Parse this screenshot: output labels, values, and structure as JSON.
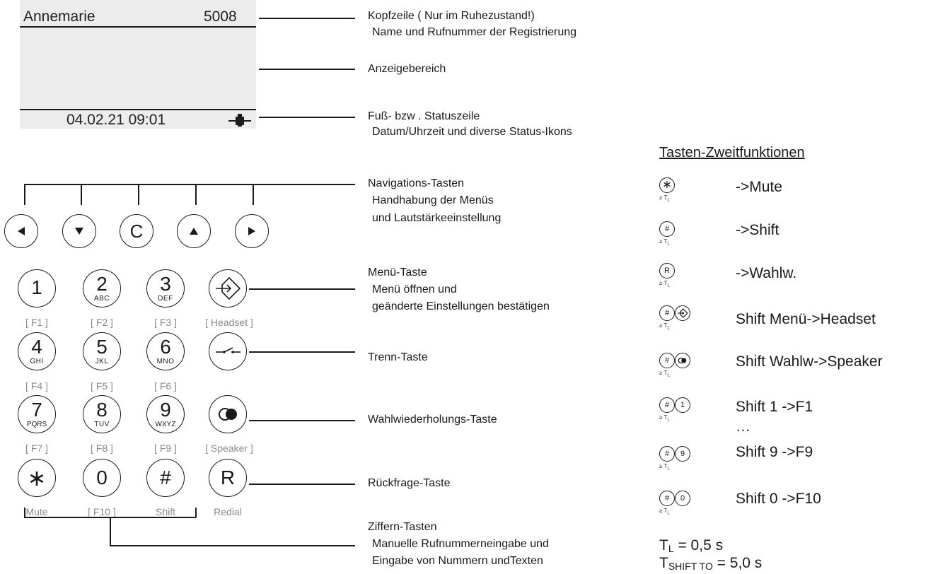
{
  "display": {
    "name": "Annemarie",
    "number": "5008",
    "datetime": "04.02.21 09:01"
  },
  "descriptions": {
    "kopfzeile_title": "Kopfzeile ( Nur im Ruhezustand!)",
    "kopfzeile_sub": "Name und Rufnummer der Registrierung",
    "anzeige": "Anzeigebereich",
    "fuss_title": "Fuß- bzw . Statuszeile",
    "fuss_sub": "Datum/Uhrzeit und diverse Status-Ikons",
    "nav_title": "Navigations-Tasten",
    "nav_sub1": "Handhabung der Menüs",
    "nav_sub2": "und Lautstärkeeinstellung",
    "menu_title": "Menü-Taste",
    "menu_sub1": "Menü öffnen und",
    "menu_sub2": "geänderte Einstellungen bestätigen",
    "trenn": "Trenn-Taste",
    "wahlw": "Wahlwiederholungs-Taste",
    "rueck": "Rückfrage-Taste",
    "ziffern_title": "Ziffern-Tasten",
    "ziffern_sub1": "Manuelle Rufnummerneingabe und",
    "ziffern_sub2": "Eingabe von Nummern undTexten"
  },
  "nav_keys": [
    {
      "symbol": "◀",
      "name": "left"
    },
    {
      "symbol": "▼",
      "name": "down"
    },
    {
      "symbol": "C",
      "name": "clear"
    },
    {
      "symbol": "▲",
      "name": "up"
    },
    {
      "symbol": "▶",
      "name": "right"
    }
  ],
  "keypad": {
    "row1": [
      {
        "digit": "1",
        "letters": "",
        "sub": "[ F1 ]"
      },
      {
        "digit": "2",
        "letters": "ABC",
        "sub": "[ F2 ]"
      },
      {
        "digit": "3",
        "letters": "DEF",
        "sub": "[ F3 ]"
      }
    ],
    "row2": [
      {
        "digit": "4",
        "letters": "GHI",
        "sub": "[ F4 ]"
      },
      {
        "digit": "5",
        "letters": "JKL",
        "sub": "[ F5 ]"
      },
      {
        "digit": "6",
        "letters": "MNO",
        "sub": "[ F6 ]"
      }
    ],
    "row3": [
      {
        "digit": "7",
        "letters": "PQRS",
        "sub": "[ F7 ]"
      },
      {
        "digit": "8",
        "letters": "TUV",
        "sub": "[ F8 ]"
      },
      {
        "digit": "9",
        "letters": "WXYZ",
        "sub": "[ F9 ]"
      }
    ],
    "row4": [
      {
        "digit": "∗",
        "sub": "Mute"
      },
      {
        "digit": "0",
        "sub": "[ F10 ]"
      },
      {
        "digit": "#",
        "sub": "Shift"
      }
    ],
    "headset_label": "[ Headset ]",
    "speaker_label": "[ Speaker ]",
    "r_digit": "R",
    "redial_label": "Redial"
  },
  "second_functions": {
    "title": "Tasten-Zweitfunktionen",
    "tl_label": "≥ T",
    "tl_sub": "L",
    "items": [
      {
        "key1": "∗",
        "key2": "",
        "text": "->Mute"
      },
      {
        "key1": "#",
        "key2": "",
        "text": "->Shift"
      },
      {
        "key1": "R",
        "key2": "",
        "text": "->Wahlw."
      },
      {
        "key1": "#",
        "key2": "menu",
        "text": "Shift Menü->Headset"
      },
      {
        "key1": "#",
        "key2": "redial",
        "text": "Shift Wahlw->Speaker"
      },
      {
        "key1": "#",
        "key2": "1",
        "text": "Shift 1 ->F1"
      },
      {
        "key1": "#",
        "key2": "9",
        "text": "Shift 9 ->F9"
      },
      {
        "key1": "#",
        "key2": "0",
        "text": "Shift 0 ->F10"
      }
    ],
    "ellipsis": "…",
    "tl_def_t": "T",
    "tl_def_sub": "L",
    "tl_def_val": " = 0,5 s",
    "tshift_t": "T",
    "tshift_sub": "SHIFT TO",
    "tshift_val": " = 5,0 s"
  },
  "colors": {
    "display_bg": "#ececec",
    "line": "#1a1a1a",
    "sublabel": "#8a8a8a"
  }
}
